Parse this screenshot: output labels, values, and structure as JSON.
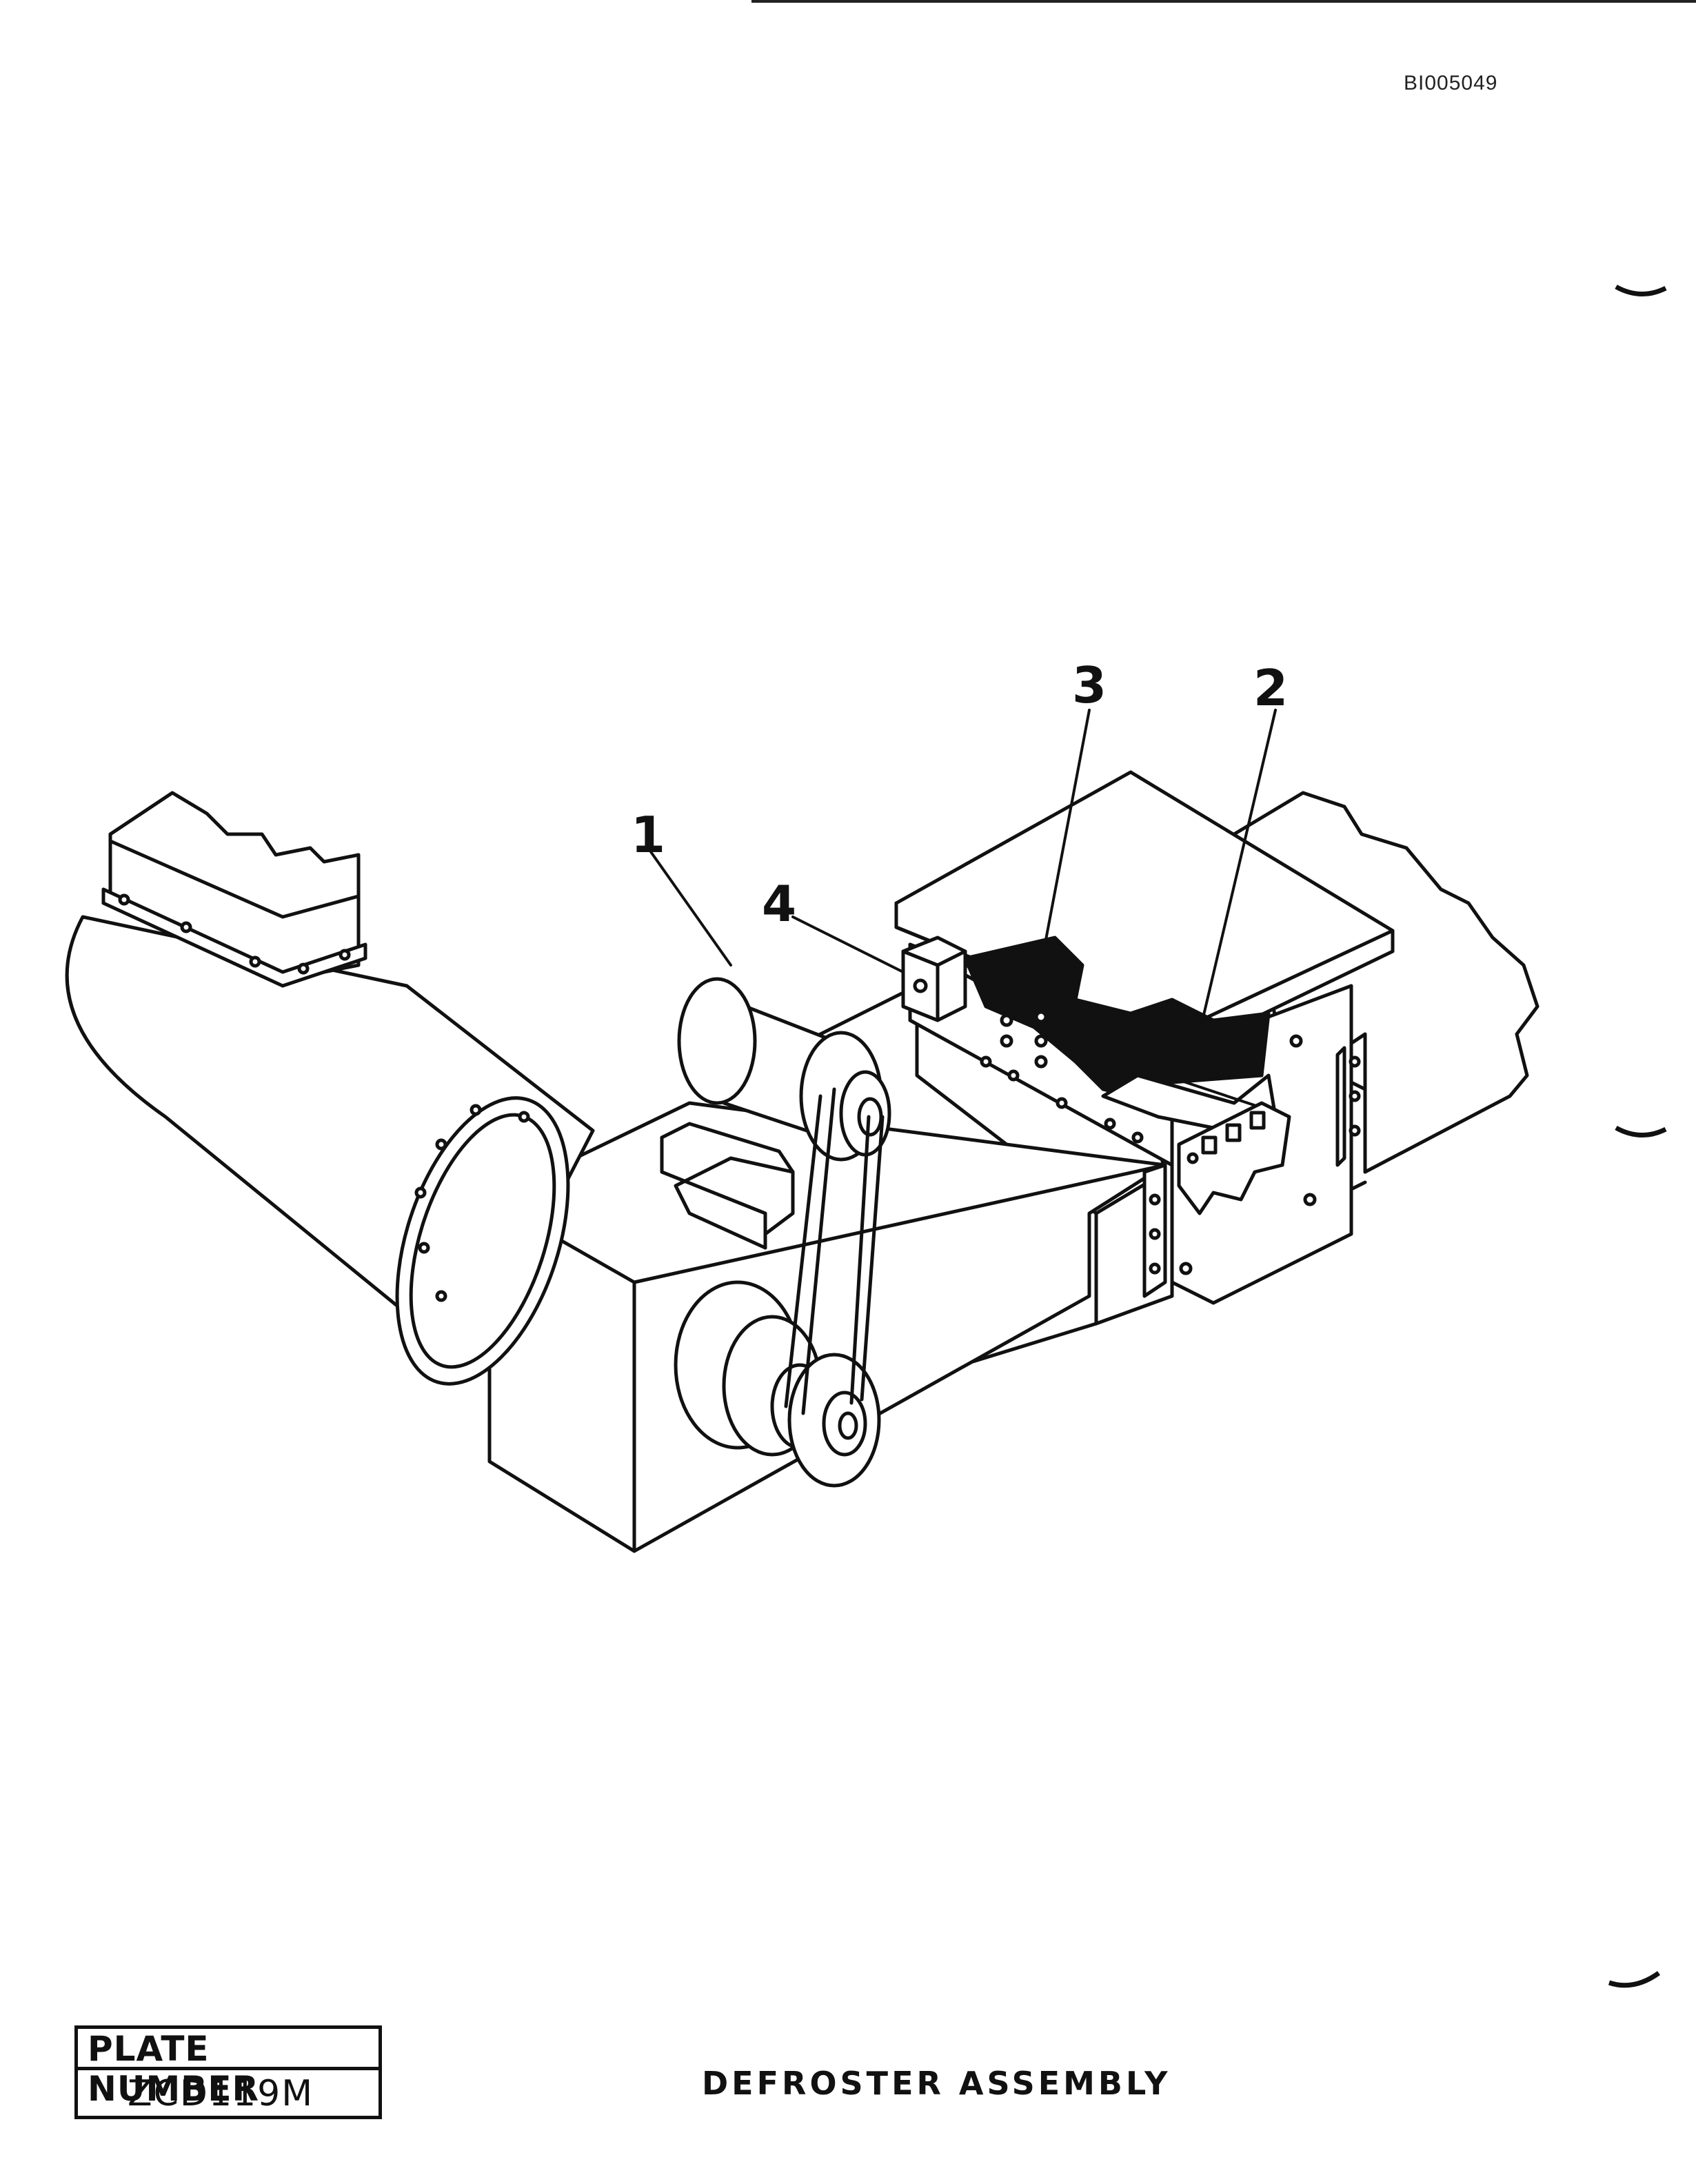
{
  "document": {
    "id": "BI005049",
    "caption": "DEFROSTER ASSEMBLY",
    "plate": {
      "label": "PLATE NUMBER",
      "number": "ZCD119M"
    }
  },
  "callouts": [
    {
      "label": "1"
    },
    {
      "label": "2"
    },
    {
      "label": "3"
    },
    {
      "label": "4"
    }
  ]
}
